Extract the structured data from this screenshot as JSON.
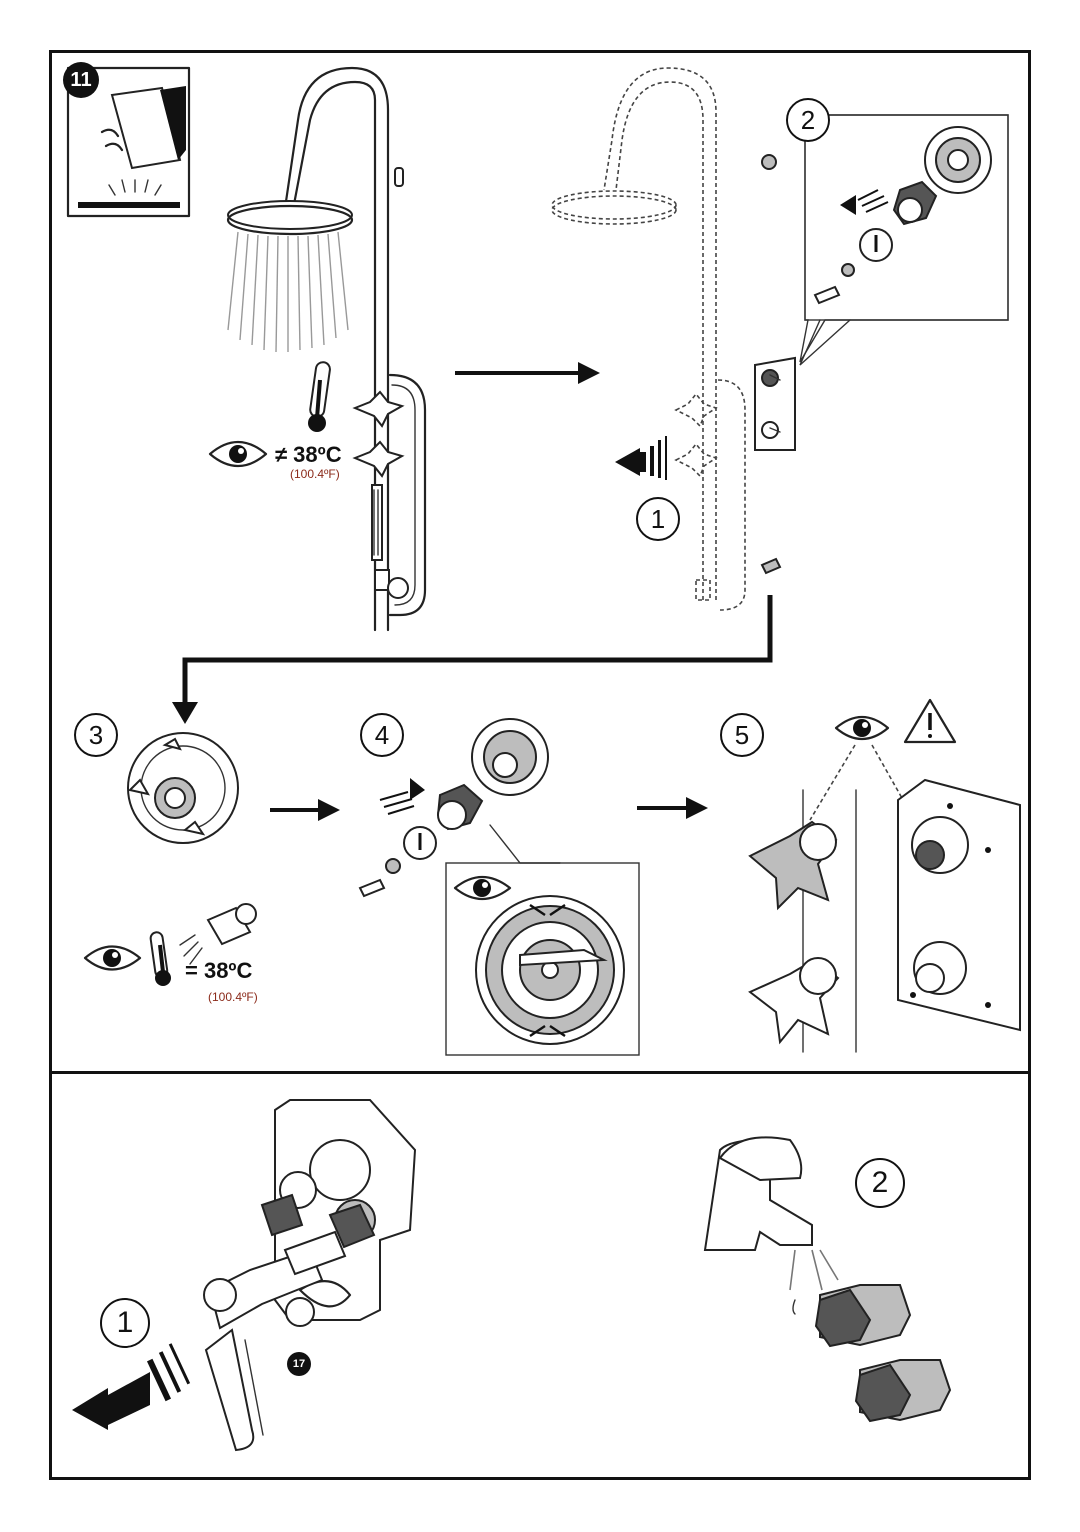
{
  "step": {
    "number": "11"
  },
  "steps": {
    "top_1": "1",
    "top_2": "2",
    "mid_3": "3",
    "mid_4": "4",
    "mid_5": "5",
    "bottom_1": "1",
    "bottom_2": "2"
  },
  "temperatures": {
    "not_equal_celsius": "≠ 38ºC",
    "not_equal_fahrenheit": "(100.4ºF)",
    "equal_celsius": "= 38ºC",
    "equal_fahrenheit": "(100.4ºF)"
  },
  "page_number": "17",
  "icons": [
    "eye-icon",
    "thermometer-icon",
    "warning-icon",
    "cloth-icon",
    "arrow-icon"
  ]
}
